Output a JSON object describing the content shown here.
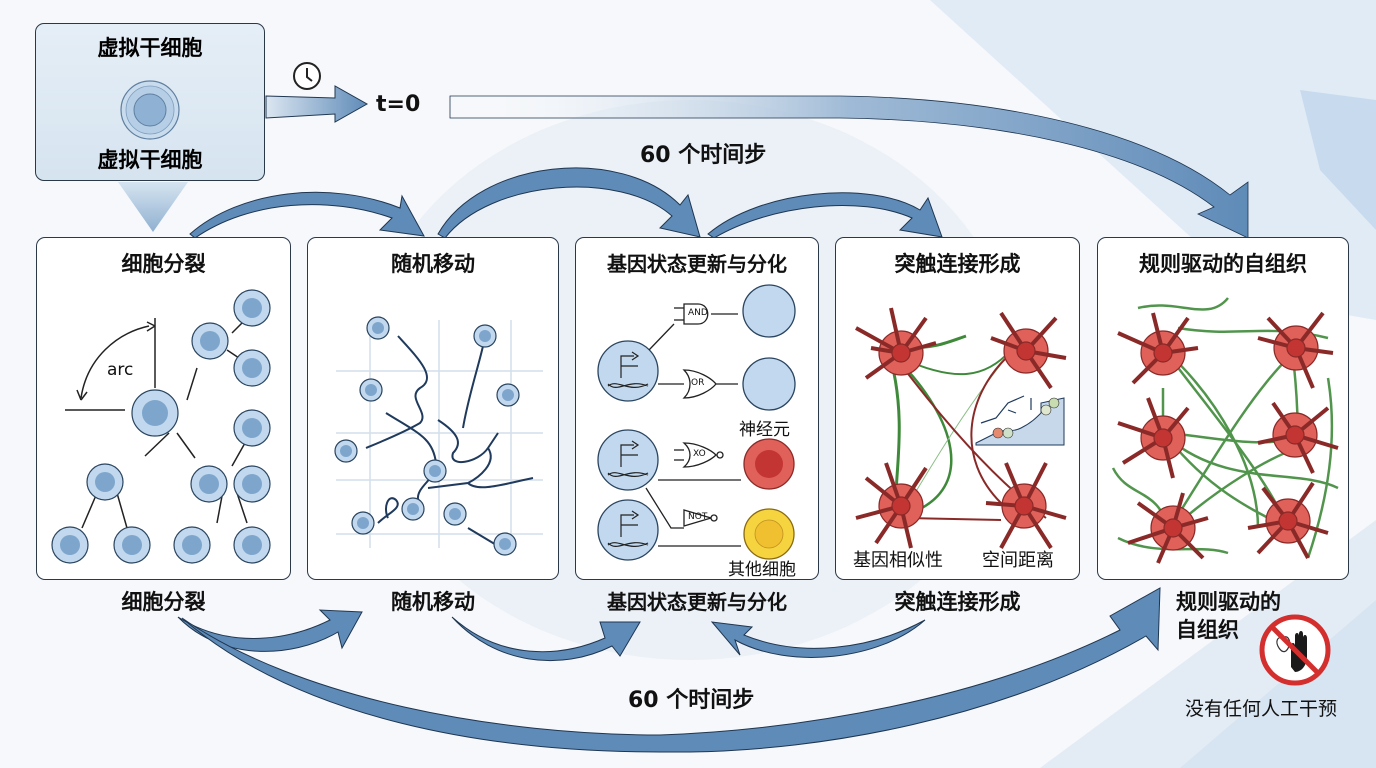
{
  "diagram": {
    "stem_cell_box": {
      "title_top": "虚拟干细胞",
      "title_bottom": "虚拟干细胞"
    },
    "start_label": "t=0",
    "clock_icon": "clock-icon",
    "timestep_label_top": "60 个时间步",
    "timestep_label_bottom": "60 个时间步",
    "panels": [
      {
        "title": "细胞分裂",
        "caption": "细胞分裂",
        "annotation": "arc"
      },
      {
        "title": "随机移动",
        "caption": "随机移动"
      },
      {
        "title": "基因状态更新与分化",
        "caption": "基因状态更新与分化",
        "gates": [
          "AND",
          "OR",
          "XO",
          "NOT"
        ],
        "labels": [
          "神经元",
          "其他细胞"
        ]
      },
      {
        "title": "突触连接形成",
        "caption": "突触连接形成",
        "labels": [
          "基因相似性",
          "空间距离"
        ]
      },
      {
        "title": "规则驱动的自组织",
        "caption_line1": "规则驱动的",
        "caption_line2": "自组织"
      }
    ],
    "no_intervention_label": "没有任何人工干预",
    "no_intervention_icon": "no-hand-icon",
    "colors": {
      "arrow_blue": "#5f8bb8",
      "arrow_outline": "#1f3650",
      "cell_fill": "#bcd6ec",
      "cell_nucleus": "#6f9ac4",
      "neuron_red": "#e0605a",
      "neuron_outline": "#8a2a28",
      "synapse_green": "#3f8a3a",
      "red_cell": "#d9423f",
      "yellow_cell": "#f5d440",
      "stop_red": "#d32f2f"
    }
  }
}
